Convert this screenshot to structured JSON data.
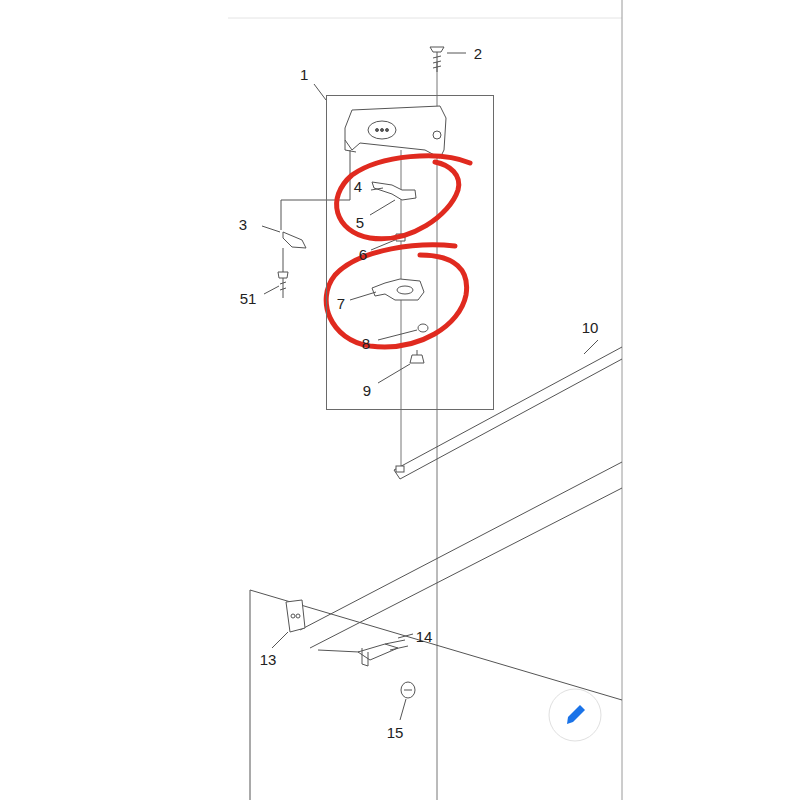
{
  "diagram": {
    "nodes": [
      {
        "text": [
          "1"
        ]
      }
    ],
    "labels": [
      "2",
      "4",
      "5",
      "6",
      "3",
      "51",
      "7",
      "8",
      "9",
      "10",
      "13",
      "14",
      "15"
    ]
  }
}
